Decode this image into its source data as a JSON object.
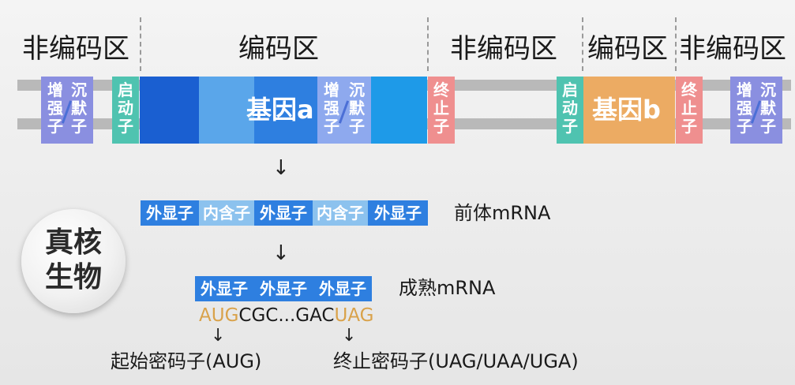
{
  "regions": {
    "noncoding_1": "非编码区",
    "coding_1": "编码区",
    "noncoding_2": "非编码区",
    "coding_2": "编码区",
    "noncoding_3": "非编码区"
  },
  "elements": {
    "enhancer": "增强子",
    "silencer": "沉默子",
    "promoter": "启动子",
    "terminator": "终止子"
  },
  "genes": {
    "a": "基因a",
    "b": "基因b"
  },
  "pre_mrna": {
    "segments": [
      "外显子",
      "内含子",
      "外显子",
      "内含子",
      "外显子"
    ],
    "label": "前体mRNA"
  },
  "mature_mrna": {
    "segments": [
      "外显子",
      "外显子",
      "外显子"
    ],
    "label": "成熟mRNA"
  },
  "sequence": {
    "start": "AUG",
    "middle": "CGC...GAC",
    "end": "UAG"
  },
  "codons": {
    "start_label": "起始密码子(AUG)",
    "stop_label": "终止密码子(UAG/UAA/UGA)"
  },
  "badge": {
    "line1": "真核",
    "line2": "生物"
  },
  "arrows": {
    "down": "↓"
  },
  "colors": {
    "exon_blue": "#2e7fe0",
    "intron_blue": "#8cc2ee",
    "enhancer_purple": "#8a8fe0",
    "promoter_teal": "#4fc3b0",
    "terminator_pink": "#ef8f8f",
    "gene_b_orange": "#ecab63",
    "sequence_orange": "#d9a24a"
  }
}
